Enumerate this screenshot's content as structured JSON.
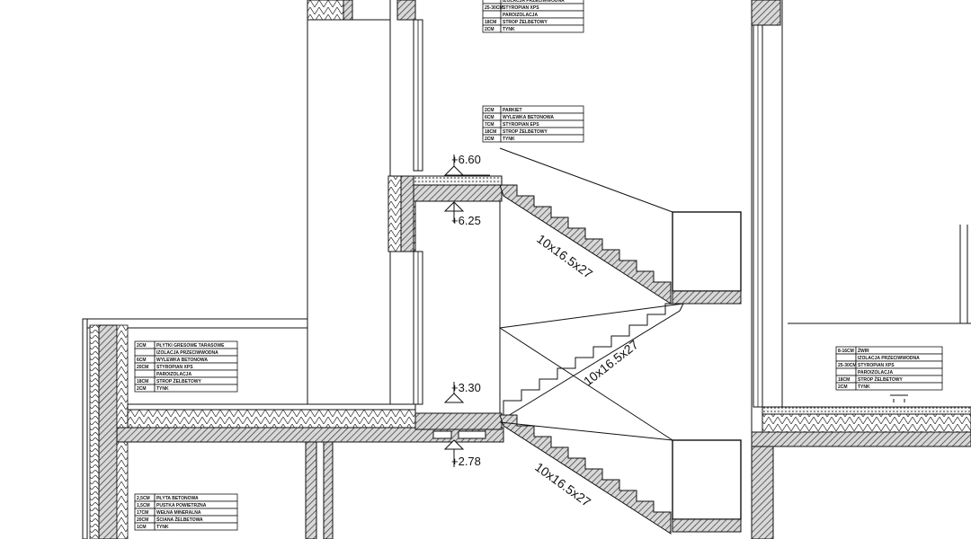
{
  "levels": {
    "l660": "+6.60",
    "l625": "+6.25",
    "l330": "+3.30",
    "l278": "+2.78"
  },
  "stairs": {
    "upper": "10x16.5x27",
    "middle": "10x16.5x27",
    "lower": "10x16.5x27"
  },
  "layer_tables": {
    "top_center": [
      [
        "",
        "IZOLACJA PRZECIWWODNA"
      ],
      [
        "25-30CM",
        "STYROPIAN XPS"
      ],
      [
        "",
        "PAROIZOLACJA"
      ],
      [
        "18CM",
        "STROP ŻELBETOWY"
      ],
      [
        "2CM",
        "TYNK"
      ]
    ],
    "mid_center": [
      [
        "2CM",
        "PARKIET"
      ],
      [
        "6CM",
        "WYLEWKA BETONOWA"
      ],
      [
        "7CM",
        "STYROPIAN EPS"
      ],
      [
        "18CM",
        "STROP ŻELBETOWY"
      ],
      [
        "2CM",
        "TYNK"
      ]
    ],
    "left_terrace": [
      [
        "2CM",
        "PŁYTKI GRESOWE TARASOWE"
      ],
      [
        "",
        "IZOLACJA PRZECIWWODNA"
      ],
      [
        "6CM",
        "WYLEWKA BETONOWA"
      ],
      [
        "20CM",
        "STYROPIAN XPS"
      ],
      [
        "",
        "PAROIZOLACJA"
      ],
      [
        "18CM",
        "STROP ŻELBETOWY"
      ],
      [
        "2CM",
        "TYNK"
      ]
    ],
    "right_roof": [
      [
        "8-16CM",
        "ŻWIR"
      ],
      [
        "",
        "IZOLACJA PRZECIWWODNA"
      ],
      [
        "25-30CM",
        "STYROPIAN XPS"
      ],
      [
        "",
        "PAROIZOLACJA"
      ],
      [
        "18CM",
        "STROP ŻELBETOWY"
      ],
      [
        "2CM",
        "TYNK"
      ]
    ],
    "left_wall": [
      [
        "2,5CM",
        "PŁYTA BETONOWA"
      ],
      [
        "1,5CM",
        "PUSTKA POWIETRZNA"
      ],
      [
        "17CM",
        "WEŁNA MINERALNA"
      ],
      [
        "20CM",
        "ŚCIANA ŻELBETOWA"
      ],
      [
        "1CM",
        "TYNK"
      ]
    ]
  }
}
